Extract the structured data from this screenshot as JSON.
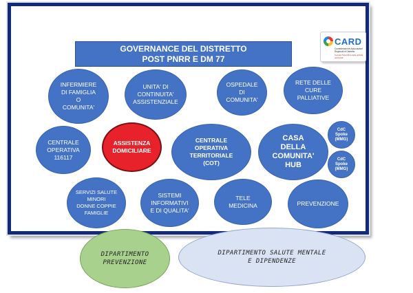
{
  "banner": {
    "line1": "GOVERNANCE DEL DISTRETTO",
    "line2": "POST  PNRR E  DM 77"
  },
  "logo": {
    "name": "CARD",
    "small_top": "Confederazione Associazioni Regionali di Distretto",
    "small_bottom": "Società Scientifica delle attività territoriali"
  },
  "colors": {
    "node_blue": "#4472c4",
    "highlight_red": "#e8222a",
    "dept_green": "#a9d18e",
    "dept_light_blue": "#dae3f3",
    "frame_navy": "#142a78"
  },
  "nodes": {
    "infermiere": "INFERMIERE\nDI FAMIGLIA\nO\nCOMUNITA'",
    "unita_continuita": "UNITA' DI\nCONTINUITA'\nASSISTENZIALE",
    "ospedale_comunita": "OSPEDALE\nDI\nCOMUNITA'",
    "cure_palliative": "RETE DELLE\nCURE\nPALLIATIVE",
    "centrale_116117": "CENTRALE\nOPERATIVA\n116117",
    "assistenza_domiciliare": "ASSISTENZA\nDOMICILIARE",
    "cot": "CENTRALE\nOPERATIVA\nTERRITORIALE\n(COT)",
    "casa_comunita_hub": "CASA\nDELLA\nCOMUNITA'\nHUB",
    "cdc_spoke_1": "CdC\nSpoke\n(MMG)",
    "cdc_spoke_2": "CdC\nSpoke\n(MMG)",
    "servizi_minori": "SERVIZI SALUTE\nMINORI\nDONNE COPPIE\nFAMIGLIE",
    "sistemi_informativi": "SISTEMI\nINFORMATIVI\nE DI QUALITA'",
    "telemedicina": "TELE\nMEDICINA",
    "prevenzione": "PREVENZIONE"
  },
  "departments": {
    "prevenzione": "DIPARTIMENTO\nPREVENZIONE",
    "salute_mentale": "DIPARTIMENTO SALUTE MENTALE\nE DIPENDENZE"
  }
}
